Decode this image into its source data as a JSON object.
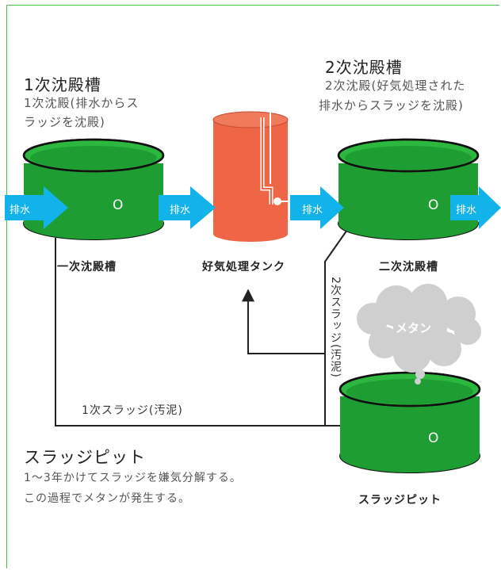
{
  "primary": {
    "title": "1次沈殿槽",
    "desc_line1": "1次沈殿(排水からス",
    "desc_line2": "ラッジを沈殿)",
    "tank_label": "一次沈殿槽"
  },
  "secondary": {
    "title": "2次沈殿槽",
    "desc_line1": "2次沈殿(好気処理された",
    "desc_line2": "排水からスラッジを沈殿)",
    "tank_label": "二次沈殿槽"
  },
  "aerobic": {
    "tank_label": "好気処理タンク"
  },
  "pit": {
    "title": "スラッジピット",
    "desc_line1": "1〜3年かけてスラッジを嫌気分解する。",
    "desc_line2": "この過程でメタンが発生する。",
    "tank_label": "スラッジピット"
  },
  "arrows": {
    "wastewater": "排水"
  },
  "flows": {
    "primary_sludge": "1次スラッジ(汚泥)",
    "secondary_sludge": "2次スラッジ(汚泥)"
  },
  "cloud": {
    "label": "メタン"
  },
  "tank_mark": "O",
  "colors": {
    "frame": "#49c449",
    "tank_green": "#1e9e32",
    "tank_green_light": "#2cb83e",
    "tank_top": "#25a838",
    "aerobic_red": "#ee6646",
    "arrow_blue": "#12b2ea",
    "cloud": "#cfcfcf"
  }
}
